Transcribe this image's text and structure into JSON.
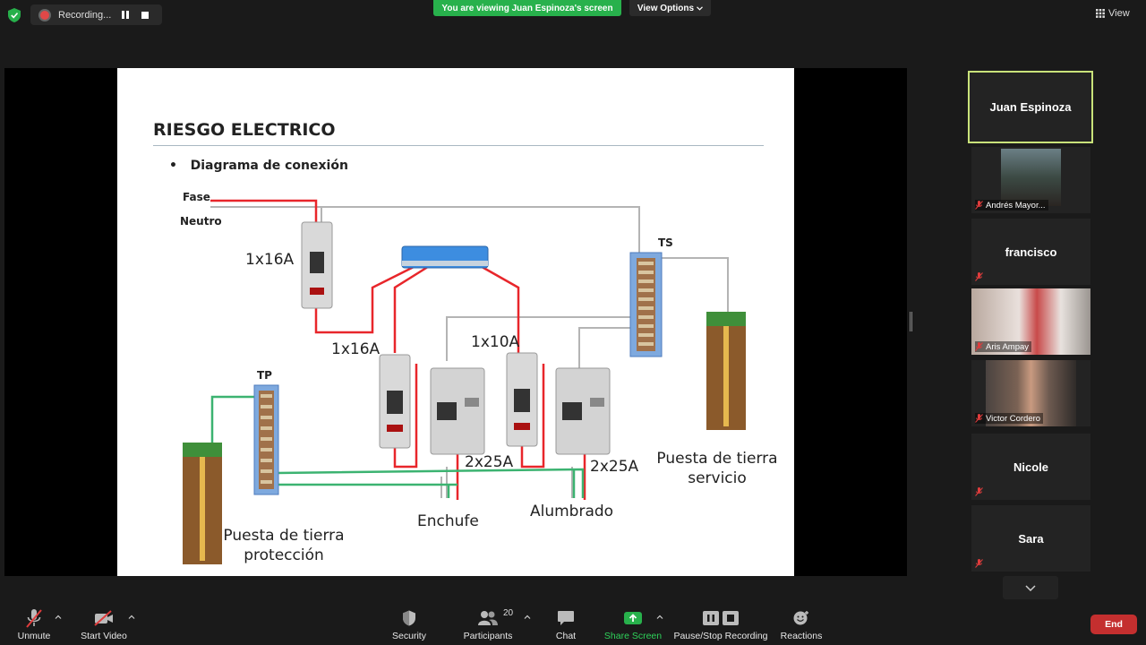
{
  "topbar": {
    "recording_label": "Recording...",
    "banner": "You are viewing Juan Espinoza's screen",
    "view_options": "View Options",
    "view": "View"
  },
  "slide": {
    "title": "RIESGO ELECTRICO",
    "bullet": "Diagrama de conexión",
    "labels": {
      "fase": "Fase",
      "neutro": "Neutro",
      "b1": "1x16A",
      "b2": "1x16A",
      "b3": "1x10A",
      "rcd1": "2x25A",
      "rcd2": "2x25A",
      "ts": "TS",
      "tp": "TP",
      "tierra_servicio_1": "Puesta de tierra",
      "tierra_servicio_2": "servicio",
      "tierra_proteccion_1": "Puesta de tierra",
      "tierra_proteccion_2": "protección",
      "enchufe": "Enchufe",
      "alumbrado": "Alumbrado"
    }
  },
  "participants": [
    {
      "name": "Juan Espinoza",
      "speaker": true
    },
    {
      "name": "Andrés Mayor...",
      "muted": true,
      "video": true
    },
    {
      "name": "francisco",
      "muted": true
    },
    {
      "name": "Aris Ampay",
      "muted": true,
      "video": true
    },
    {
      "name": "Victor Cordero",
      "muted": true,
      "video": true
    },
    {
      "name": "Nicole",
      "muted": true
    },
    {
      "name": "Sara",
      "muted": true
    }
  ],
  "toolbar": {
    "unmute": "Unmute",
    "start_video": "Start Video",
    "security": "Security",
    "participants": "Participants",
    "participants_count": "20",
    "chat": "Chat",
    "share_screen": "Share Screen",
    "pause_recording": "Pause/Stop Recording",
    "reactions": "Reactions",
    "end": "End"
  },
  "colors": {
    "banner_green": "#28b14c",
    "speaker_border": "#c9e27a",
    "end_red": "#c42f2f",
    "wire_red": "#e8262b",
    "wire_gray": "#b4b4b4",
    "wire_green": "#3cb371"
  }
}
